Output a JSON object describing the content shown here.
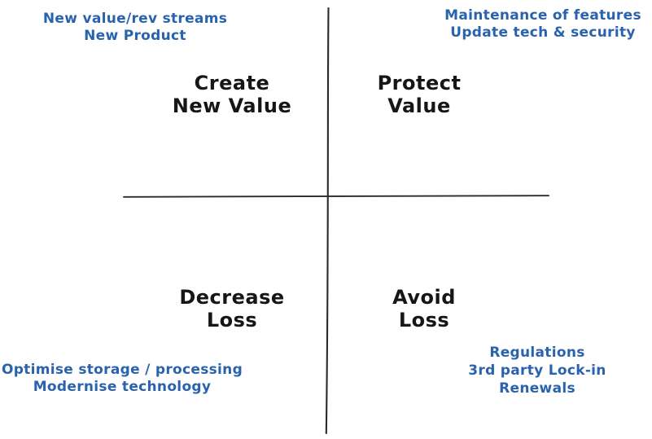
{
  "diagram": {
    "background": "#ffffff",
    "axis_color": "#2a2a2a",
    "label_color": "#161616",
    "annotation_color": "#2a63ad",
    "quadrants": {
      "top_left": {
        "label_lines": [
          "Create",
          "New Value"
        ],
        "annotation_lines": [
          "New value/rev streams",
          "New Product"
        ]
      },
      "top_right": {
        "label_lines": [
          "Protect",
          "Value"
        ],
        "annotation_lines": [
          "Maintenance of features",
          "Update tech & security"
        ]
      },
      "bottom_left": {
        "label_lines": [
          "Decrease",
          "Loss"
        ],
        "annotation_lines": [
          "Optimise storage / processing",
          "Modernise technology"
        ]
      },
      "bottom_right": {
        "label_lines": [
          "Avoid",
          "Loss"
        ],
        "annotation_lines": [
          "Regulations",
          "3rd party Lock-in",
          "Renewals"
        ]
      }
    }
  }
}
